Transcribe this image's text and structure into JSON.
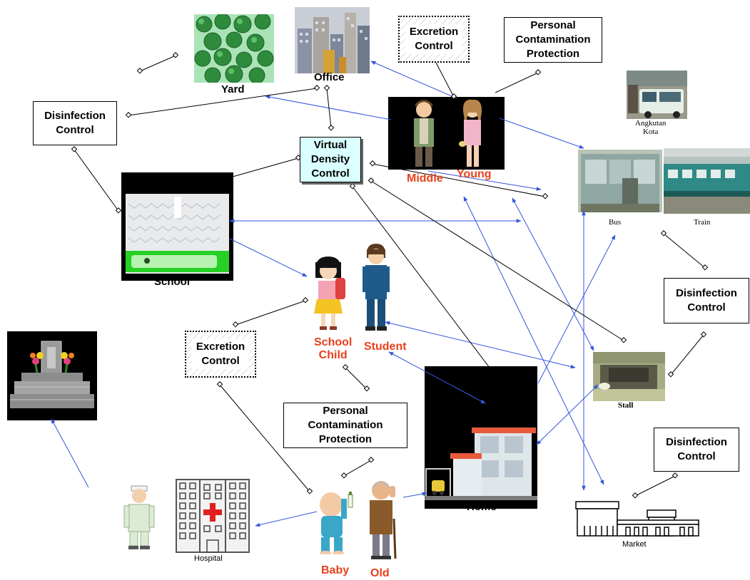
{
  "labels": {
    "yard": "Yard",
    "office": "Office",
    "school": "School",
    "middle": "Middle",
    "young": "Young",
    "angkutan_line1": "Angkutan",
    "angkutan_line2": "Kota",
    "bus": "Bus",
    "train": "Train",
    "school_child_line1": "School",
    "school_child_line2": "Child",
    "student": "Student",
    "stall": "Stall",
    "home": "Home",
    "hospital": "Hospital",
    "market": "Market",
    "baby": "Baby",
    "old": "Old"
  },
  "boxes": {
    "excretion_top": [
      "Excretion",
      "Control"
    ],
    "personal_top": [
      "Personal",
      "Contamination",
      "Protection"
    ],
    "disinfection_left": [
      "Disinfection",
      "Control"
    ],
    "virtual_density": [
      "Virtual",
      "Density",
      "Control"
    ],
    "disinfection_right": [
      "Disinfection",
      "Control"
    ],
    "excretion_mid": [
      "Excretion",
      "Control"
    ],
    "personal_mid": [
      "Personal",
      "Contamination",
      "Protection"
    ],
    "disinfection_bottom": [
      "Disinfection",
      "Control"
    ]
  },
  "colors": {
    "label_red": "#e8401c",
    "link_blue": "#3355dd",
    "link_black": "#000000",
    "virtual_box_fill": "#d9ffff"
  }
}
